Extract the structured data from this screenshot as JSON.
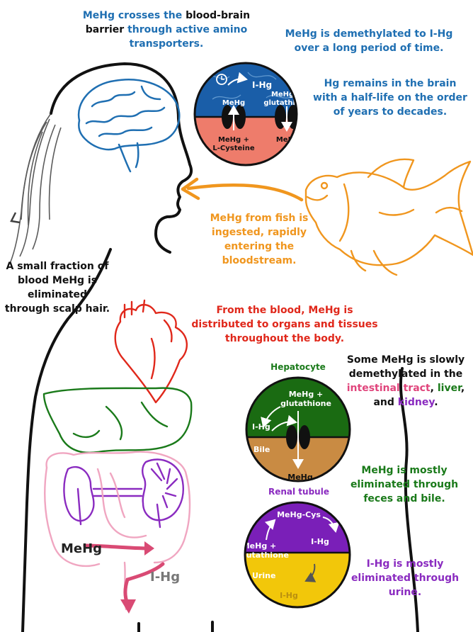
{
  "brain_text": {
    "part1": "MeHg crosses the",
    "part2": " blood-brain barrier",
    "part3": " through active amino transporters."
  },
  "demethylation_text": "MeHg is demethylated to I-Hg over a long period of time.",
  "halflife_text": "Hg remains in the brain with a half-life on the order of years to decades.",
  "brain_circle": {
    "ihg": "I-Hg",
    "mehg_left": "MeHg",
    "mehg_glut": [
      "MeHg +",
      "glutathione"
    ],
    "mehg_cys": [
      "MeHg +",
      "L-Cysteine"
    ],
    "mehg_right": "MeHg"
  },
  "fish_text": "MeHg from fish is ingested, rapidly entering the bloodstream.",
  "hair_text": "A small fraction of blood MeHg is eliminated through scalp hair.",
  "blood_text": "From the blood, MeHg is distributed to organs and tissues throughout the body.",
  "demethyl_organs": {
    "part1": "Some MeHg is slowly demethylated in the ",
    "intestinal": "intestinal tract",
    "comma": ", ",
    "liver": "liver",
    "and": ", and ",
    "kidney": "kidney",
    "dot": "."
  },
  "hepatocyte": {
    "title": "Hepatocyte",
    "mehg_glut": [
      "MeHg +",
      "glutathione"
    ],
    "ihg": "I-Hg",
    "bile": "Bile",
    "mehg": "MeHg"
  },
  "feces_text": "MeHg is mostly eliminated through feces and bile.",
  "renal": {
    "title": "Renal tubule",
    "mehg_cys": "MeHg-Cys",
    "mehg_glut": [
      "MeHg +",
      "glutathione"
    ],
    "ihg": "I-Hg",
    "urine": "Urine",
    "ihg_urine": "I-Hg"
  },
  "urine_text": "I-Hg is mostly eliminated through urine.",
  "gut_labels": {
    "mehg": "MeHg",
    "ihg": "I-Hg"
  },
  "colors": {
    "blue": "#1f6fb2",
    "orange": "#f0961e",
    "red": "#e0281b",
    "green": "#1a7a1a",
    "purple": "#8a2bc0",
    "pink": "#e0457c",
    "brain_top": "#1a5ea8",
    "brain_bottom": "#ee7c6b",
    "hep_top": "#1a6b12",
    "hep_bottom": "#c98b43",
    "renal_top": "#7a1fb8",
    "renal_bottom": "#f2c70a"
  }
}
